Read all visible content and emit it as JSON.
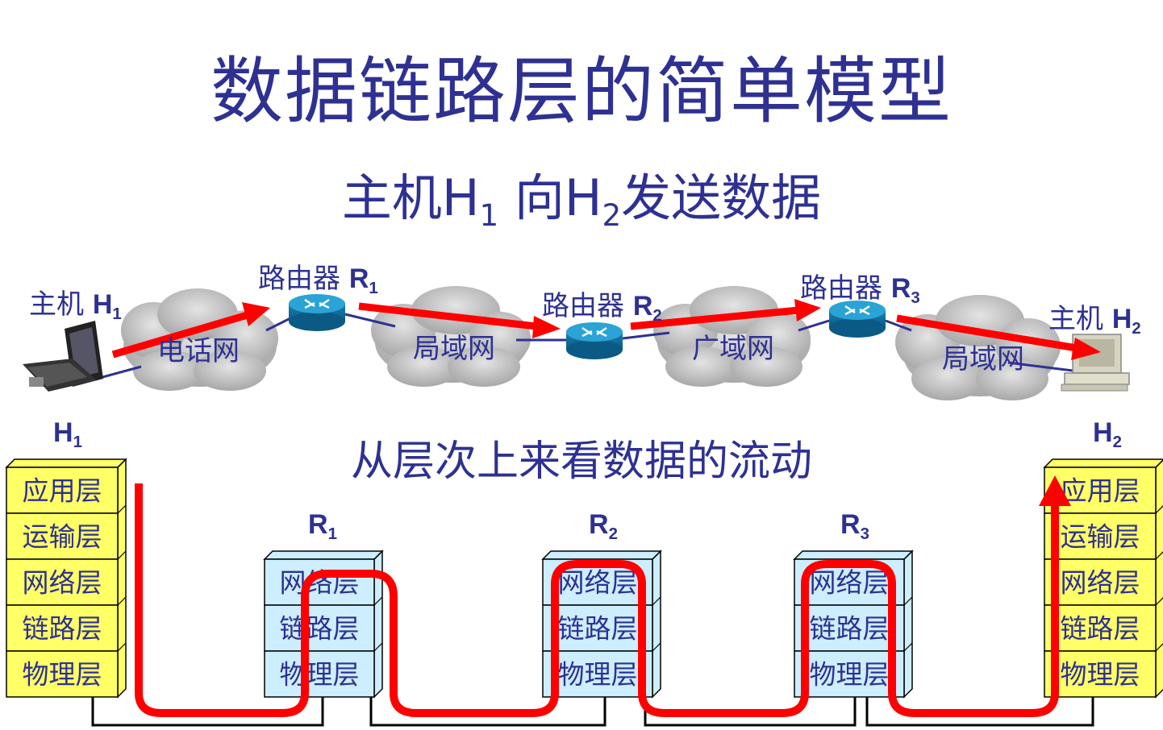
{
  "title": "数据链路层的简单模型",
  "subtitle": {
    "prefix": "主机",
    "h1": "H",
    "h1_sub": "1",
    "middle": "向",
    "h2": "H",
    "h2_sub": "2",
    "suffix": "发送数据"
  },
  "network": {
    "host1": {
      "prefix": "主机 ",
      "name": "H",
      "sub": "1"
    },
    "host2": {
      "prefix": "主机 ",
      "name": "H",
      "sub": "2"
    },
    "routers": [
      {
        "prefix": "路由器 ",
        "name": "R",
        "sub": "1"
      },
      {
        "prefix": "路由器 ",
        "name": "R",
        "sub": "2"
      },
      {
        "prefix": "路由器 ",
        "name": "R",
        "sub": "3"
      }
    ],
    "clouds": [
      "电话网",
      "局域网",
      "广域网",
      "局域网"
    ]
  },
  "section_heading": "从层次上来看数据的流动",
  "stacks": {
    "h1": {
      "name": "H",
      "sub": "1",
      "layers": [
        "应用层",
        "运输层",
        "网络层",
        "链路层",
        "物理层"
      ]
    },
    "r1": {
      "name": "R",
      "sub": "1",
      "layers": [
        "网络层",
        "链路层",
        "物理层"
      ]
    },
    "r2": {
      "name": "R",
      "sub": "2",
      "layers": [
        "网络层",
        "链路层",
        "物理层"
      ]
    },
    "r3": {
      "name": "R",
      "sub": "3",
      "layers": [
        "网络层",
        "链路层",
        "物理层"
      ]
    },
    "h2": {
      "name": "H",
      "sub": "2",
      "layers": [
        "应用层",
        "运输层",
        "网络层",
        "链路层",
        "物理层"
      ]
    }
  },
  "colors": {
    "text": "#2E3192",
    "host_layer_fill": "#FFFF66",
    "router_layer_fill": "#CCEEFF",
    "flow_arrow": "#FF0000",
    "cloud": "#BBBBBB",
    "router_icon": "#1C86B8"
  },
  "icons": [
    "laptop-icon",
    "router-icon",
    "desktop-computer-icon",
    "cloud-icon"
  ]
}
